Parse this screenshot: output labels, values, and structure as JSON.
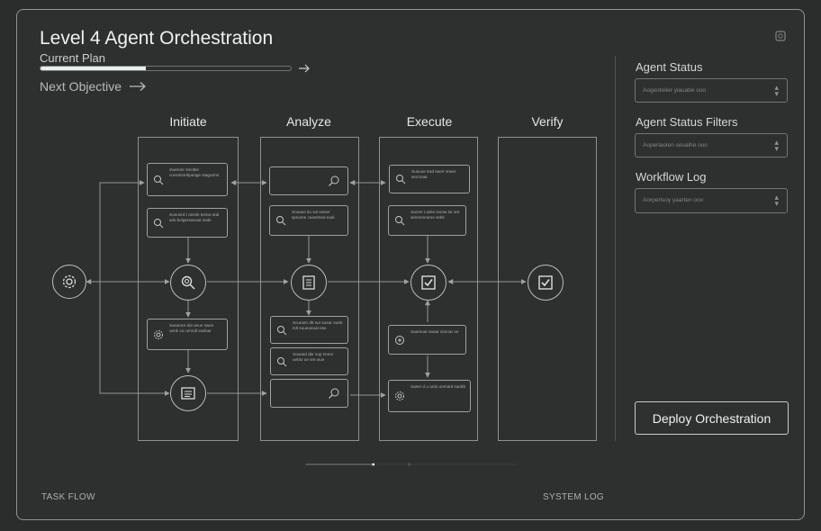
{
  "header": {
    "title": "Level 4 Agent Orchestration",
    "plan_label": "Current Plan",
    "plan_progress": 0.42,
    "next_objective": "Next Objective"
  },
  "columns": [
    "Initiate",
    "Analyze",
    "Execute",
    "Verify"
  ],
  "cards": {
    "initiate_1": "Swentor stnoble cunsntsmbpeage stagurms",
    "initiate_2": "Sueunrd t ansnk tesnw stal ank belgereanaat sede",
    "initiate_3": "Swuenre dot anue swen uenk ca cemrdl eadoar",
    "analyze_2": "Souaee tiu sul seiser spnumn caestmed eadi",
    "analyze_3": "Scuearn dtt sur susar cwnk tolt suueanuat ese",
    "analyze_4": "Souaed dar sup sneur uebsr ue sre wue",
    "execute_1": "Sunuoe trad seerr sneer secrnaat",
    "execute_2": "Sacrer t azke tvonw tsr ant senmenrame sebk",
    "execute_3": "Saareuar seaar sonnar ee",
    "execute_4": "Saeer d u ardo uemard sanbb"
  },
  "sidebar": {
    "agent_status_label": "Agent Status",
    "agent_status_value": "Aogeotelier yiauabe ooo",
    "filters_label": "Agent Status Filters",
    "filters_value": "Aoperlaolen seuaihe ooo",
    "log_label": "Workflow Log",
    "log_value": "Aorperlsoy yaarten ooo",
    "deploy_button": "Deploy Orchestration"
  },
  "footer": {
    "task_flow": "TASK FLOW",
    "system_log": "SYSTEM LOG",
    "timeline_position": 0.32
  },
  "icons": [
    "gear-icon",
    "search-icon",
    "document-icon",
    "checkbox-icon",
    "arrow-right-icon",
    "shield-icon",
    "refresh-icon"
  ],
  "colors": {
    "background": "#2b2c2c",
    "line": "#9aa3a3",
    "accent": "#eef2f2"
  }
}
